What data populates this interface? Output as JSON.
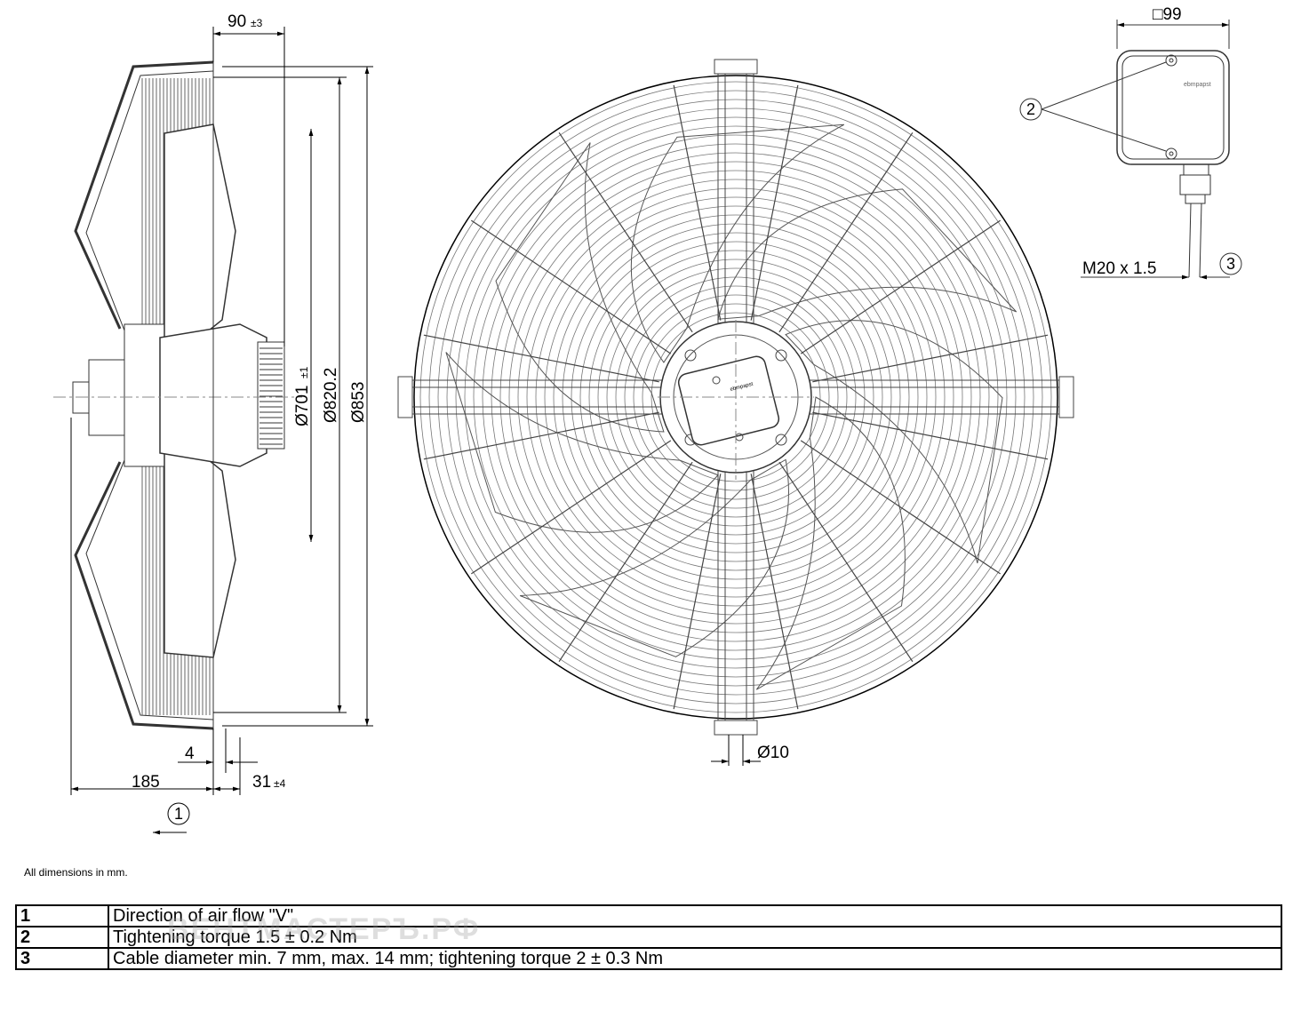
{
  "drawing": {
    "side_view": {
      "dim_top": "90",
      "dim_top_tol": "±3",
      "dim_d701": "Ø701",
      "dim_d701_tol": "±1",
      "dim_d820": "Ø820.2",
      "dim_d853": "Ø853",
      "dim_4": "4",
      "dim_185": "185",
      "dim_31": "31",
      "dim_31_tol": "±4",
      "callout_1": "1"
    },
    "front_view": {
      "dim_d10": "Ø10",
      "brand": "ebmpapst"
    },
    "terminal_box": {
      "dim_99": "□99",
      "callout_2": "2",
      "callout_3": "3",
      "thread": "M20 x 1.5",
      "brand": "ebmpapst"
    }
  },
  "note": "All dimensions in mm.",
  "legend": [
    {
      "num": "1",
      "text": "Direction of air flow \"V\""
    },
    {
      "num": "2",
      "text": "Tightening torque 1.5 ± 0.2 Nm"
    },
    {
      "num": "3",
      "text": "Cable diameter min. 7 mm, max. 14 mm; tightening torque 2 ± 0.3 Nm"
    }
  ],
  "watermark": "ВЕНТМАСТЕРЪ.РФ"
}
